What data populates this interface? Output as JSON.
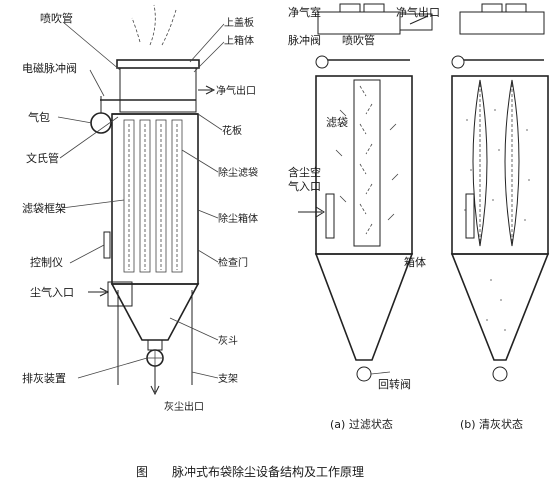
{
  "left_labels": {
    "nozzle": "喷吹管",
    "valve": "电磁脉冲阀",
    "air_bag": "气包",
    "venturi": "文氏管",
    "bag_frame": "滤袋框架",
    "controller": "控制仪",
    "dust_inlet": "尘气入口",
    "ash_discharge": "排灰装置"
  },
  "right_labels": {
    "top_cover": "上盖板",
    "upper_box": "上箱体",
    "clean_outlet": "净气出口",
    "tube_sheet": "花板",
    "filter_bag": "除尘滤袋",
    "dust_box": "除尘箱体",
    "inspection_door": "检查门",
    "hopper": "灰斗",
    "support": "支架",
    "ash_outlet": "灰尘出口"
  },
  "mid_labels": {
    "clean_chamber": "净气室",
    "clean_outlet": "净气出口",
    "pulse_valve": "脉冲阀",
    "nozzle": "喷吹管",
    "bag": "滤袋",
    "dusty_gas_1": "含尘空",
    "dusty_gas_2": "气入口",
    "box": "箱体",
    "rotary_valve": "回转阀",
    "state_a": "(a) 过滤状态",
    "state_b": "(b) 清灰状态"
  },
  "caption": {
    "fig": "图",
    "title": "脉冲式布袋除尘设备结构及工作原理"
  }
}
